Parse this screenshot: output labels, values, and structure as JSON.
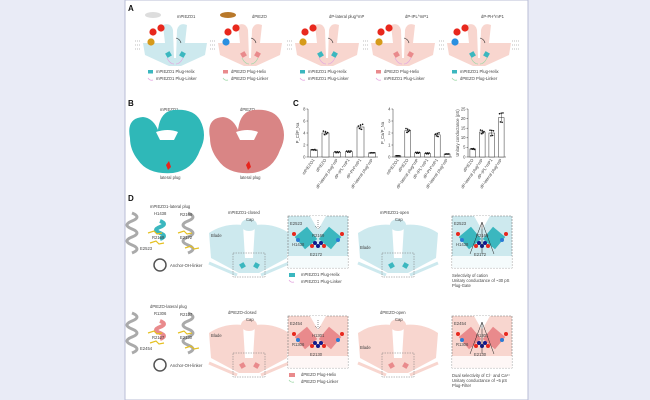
{
  "colors": {
    "teal": "#3bb7bf",
    "teal_light": "#cde9ee",
    "pink": "#e98a8c",
    "pink_light": "#f8d6cf",
    "red_label": "#e8231c",
    "yellow_label": "#e1b400",
    "blue_label": "#3c62c9"
  },
  "panel_a": {
    "label": "A",
    "schematics": [
      {
        "title": "mPIEZO1",
        "theme": "teal",
        "helix": "teal",
        "linker": "pink",
        "ions": [
          "red",
          "red",
          "gold"
        ],
        "legend": [
          "mPIEZO1 Plug-Helix",
          "mPIEZO1 Plug-Linker"
        ]
      },
      {
        "title": "dPIEZO",
        "theme": "pink",
        "helix": "pink",
        "linker": "green",
        "ions": [
          "red",
          "red",
          "blue"
        ],
        "legend": [
          "dPIEZO Plug-Helix",
          "dPIEZO Plug-Linker"
        ]
      },
      {
        "title": "dP-lateral plug^mP",
        "theme": "pink",
        "helix": "teal",
        "linker": "pink",
        "ions": [
          "red",
          "red",
          "gold"
        ],
        "legend": [
          "mPIEZO1 Plug-Helix",
          "mPIEZO1 Plug-Linker"
        ]
      },
      {
        "title": "dP-IPL^mP1",
        "theme": "pink",
        "helix": "pink",
        "linker": "pink",
        "ions": [
          "red",
          "red",
          "gold"
        ],
        "legend": [
          "dPIEZO Plug-Helix",
          "mPIEZO1 Plug-Linker"
        ]
      },
      {
        "title": "dP-PH^mP1",
        "theme": "pink",
        "helix": "teal",
        "linker": "green",
        "ions": [
          "red",
          "red",
          "blue"
        ],
        "legend": [
          "mPIEZO1 Plug-Helix",
          "dPIEZO Plug-Linker"
        ]
      }
    ]
  },
  "panel_b": {
    "label": "B",
    "structures": [
      {
        "title": "mPIEZO1",
        "color": "#2fb8b8"
      },
      {
        "title": "dPIEZO",
        "color": "#d98585"
      }
    ],
    "annotation": "lateral plug"
  },
  "panel_c": {
    "label": "C"
  },
  "chart_data": [
    {
      "type": "bar",
      "ylabel": "P_Cl/P_Na",
      "ylim": [
        0,
        8
      ],
      "yticks": [
        0,
        2,
        4,
        6,
        8
      ],
      "categories": [
        "mPIEZO1",
        "dPIEZO",
        "dP-lateral plug^mP",
        "dP-IPL^mP1",
        "dP-PH^mP1",
        "dP-lateral plug^mP"
      ],
      "values": [
        1.2,
        4.0,
        0.8,
        0.9,
        5.0,
        0.7
      ]
    },
    {
      "type": "bar",
      "ylabel": "P_Ca/P_Na",
      "ylim": [
        0,
        4
      ],
      "yticks": [
        0,
        1,
        2,
        3,
        4
      ],
      "categories": [
        "mPIEZO1",
        "dPIEZO",
        "dP-lateral plug^mP",
        "dP-IPL^mP1",
        "dP-PH^mP1",
        "dP-lateral plug^mP"
      ],
      "values": [
        0.1,
        2.2,
        0.35,
        0.3,
        1.85,
        0.25
      ]
    },
    {
      "type": "bar",
      "ylabel": "Unitary conductance (pS)",
      "ylim": [
        0,
        25
      ],
      "yticks": [
        0,
        5,
        10,
        15,
        20,
        25
      ],
      "categories": [
        "dPIEZO",
        "dP-lateral plug^mP",
        "dP-IPL^mP1",
        "dP-lateral plug^mP"
      ],
      "values": [
        4.2,
        13,
        12.5,
        20.5
      ]
    }
  ],
  "panel_d": {
    "label": "D",
    "rows": [
      {
        "theme": "teal",
        "structure_title": "mPIEZO1-lateral plug",
        "closed_title": "mPIEZO1-closed",
        "open_title": "mPIEZO1-open",
        "residues": [
          "H1438",
          "R2169",
          "E2172",
          "E2523",
          "R2169"
        ],
        "anchor": "Anchor-OH-linker",
        "box_closed": [
          "E2523",
          "H1438",
          "R2169",
          "E2172"
        ],
        "box_open": [
          "E2523",
          "H1438",
          "R2169",
          "E2172"
        ],
        "cap": "Cap",
        "blade": "Blade",
        "legend": [
          "mPIEZO1 Plug-Helix",
          "mPIEZO1 Plug-Linker"
        ],
        "caption": [
          "Selectivity of cation",
          "Unitary conductance of ~30 pS",
          "Plug-Gate"
        ]
      },
      {
        "theme": "pink",
        "structure_title": "dPIEZO-lateral plug",
        "closed_title": "dPIEZO-closed",
        "open_title": "dPIEZO-open",
        "residues": [
          "R1306",
          "R2127",
          "E2130",
          "E2454",
          "R2127"
        ],
        "anchor": "Anchor-OH-linker",
        "box_closed": [
          "E2454",
          "R1306",
          "H1301",
          "E2130"
        ],
        "box_open": [
          "E2454",
          "R1306",
          "H1301",
          "E2130"
        ],
        "cap": "Cap",
        "blade": "Blade",
        "legend": [
          "dPIEZO Plug-Helix",
          "dPIEZO Plug-Linker"
        ],
        "caption": [
          "Dual selectivity of Cl⁻ and Ca²⁺",
          "Unitary conductance of ~5 pS",
          "Plug-Filter"
        ]
      }
    ]
  }
}
